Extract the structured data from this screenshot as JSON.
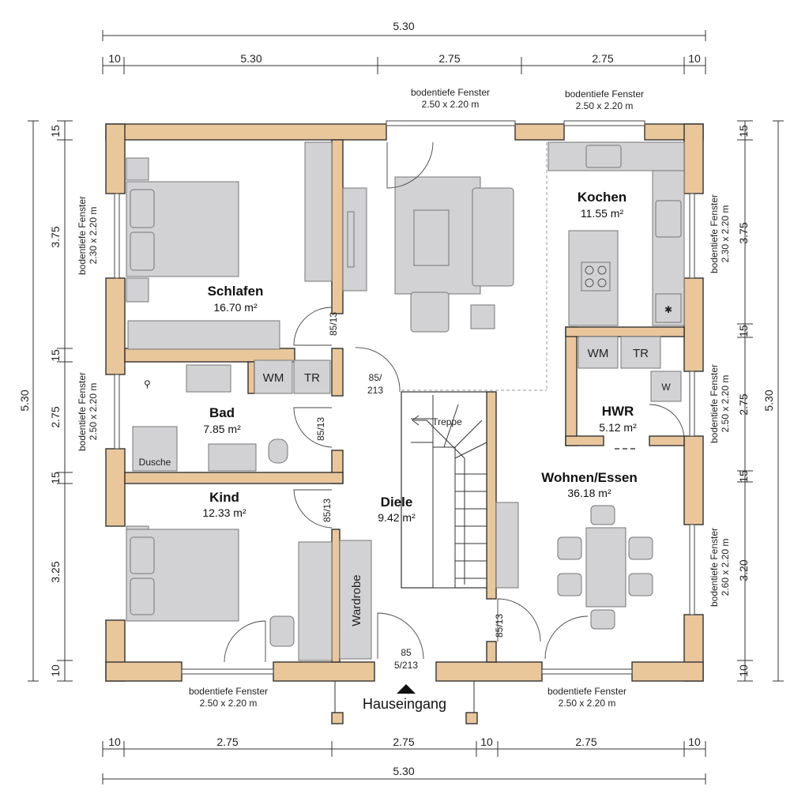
{
  "dimensions": {
    "top_total": "5.30",
    "top_segments": [
      "10",
      "5.30",
      "2.75",
      "2.75",
      "10"
    ],
    "bottom_segments": [
      "10",
      "2.75",
      "2.75",
      "10",
      "2.75",
      "10"
    ],
    "bottom_total": "5.30",
    "left_total": "5.30",
    "left_segments": [
      "15",
      "3.75",
      "15",
      "2.75",
      "15",
      "3.25",
      "10"
    ],
    "right_total": "5.30",
    "right_segments": [
      "15",
      "3.75",
      "15",
      "2.75",
      "15",
      "3.20",
      "10"
    ]
  },
  "windows": {
    "top_left": {
      "name": "bodentiefe Fenster",
      "size": "2.50 x 2.20 m"
    },
    "top_right": {
      "name": "bodentiefe Fenster",
      "size": "2.50 x 2.20 m"
    },
    "left_upper": {
      "name": "bodentiefe Fenster",
      "size": "2.30 x 2.20 m"
    },
    "left_lower": {
      "name": "bodentiefe Fenster",
      "size": "2.50 x 2.20 m"
    },
    "right_upper": {
      "name": "bodentiefe Fenster",
      "size": "2.30 x 2.20 m"
    },
    "right_middle": {
      "name": "bodentiefe Fenster",
      "size": "2.50 x 2.20 m"
    },
    "right_lower": {
      "name": "bodentiefe Fenster",
      "size": "2.60 x 2.20 m"
    },
    "bottom_left": {
      "name": "bodentiefe Fenster",
      "size": "2.50 x 2.20 m"
    },
    "bottom_right": {
      "name": "bodentiefe Fenster",
      "size": "2.50 x 2.20 m"
    }
  },
  "rooms": {
    "schlafen": {
      "name": "Schlafen",
      "area": "16.70 m²"
    },
    "bad": {
      "name": "Bad",
      "area": "7.85 m²"
    },
    "kind": {
      "name": "Kind",
      "area": "12.33 m²"
    },
    "diele": {
      "name": "Diele",
      "area": "9.42 m²"
    },
    "kochen": {
      "name": "Kochen",
      "area": "11.55 m²"
    },
    "hwr": {
      "name": "HWR",
      "area": "5.12 m²"
    },
    "wohnen": {
      "name": "Wohnen/Essen",
      "area": "36.18 m²"
    }
  },
  "doors": {
    "schlafen": "85/13",
    "bad": "85/13",
    "kind": "85/13",
    "wohnen": "85/13",
    "diele_top": "85/",
    "diele_bottom": "213",
    "entry_top": "85",
    "entry_bottom": "5/213"
  },
  "labels": {
    "dusche": "Dusche",
    "wm": "WM",
    "tr": "TR",
    "treppe": "Treppe",
    "wardrobe": "Wardrobe",
    "w": "W",
    "entrance": "Hauseingang"
  },
  "colors": {
    "wall": "#e9c79b",
    "furniture": "#d2d2d4",
    "line": "#333333"
  }
}
